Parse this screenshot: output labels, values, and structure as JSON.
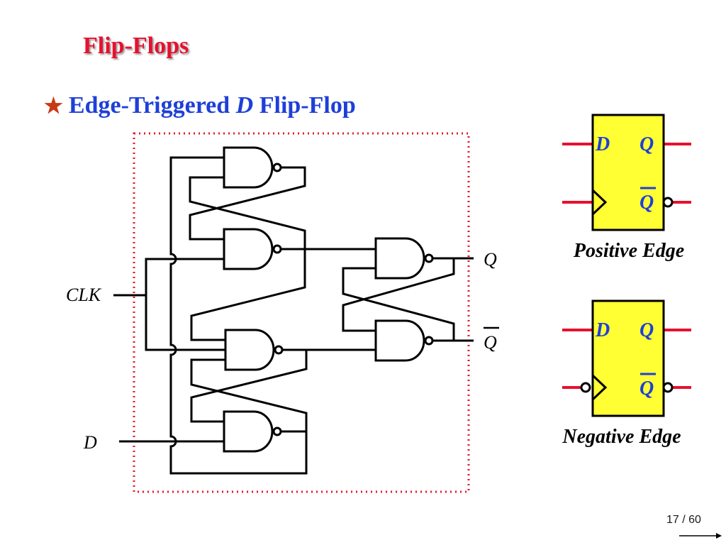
{
  "slide": {
    "title": "Flip-Flops",
    "bullet_icon": "star-icon",
    "bullet_text_prefix": "Edge-Triggered ",
    "bullet_text_var": "D",
    "bullet_text_suffix": " Flip-Flop",
    "page_number": "17 / 60"
  },
  "circuit": {
    "input_clk": "CLK",
    "input_d": "D",
    "output_q": "Q",
    "output_qbar": "Q"
  },
  "symbols": {
    "positive": {
      "label": "Positive Edge",
      "pin_d": "D",
      "pin_q": "Q",
      "pin_qbar": "Q"
    },
    "negative": {
      "label": "Negative Edge",
      "pin_d": "D",
      "pin_q": "Q",
      "pin_qbar": "Q"
    }
  },
  "colors": {
    "title": "#e8102e",
    "bullet": "#1e3fd8",
    "star": "#c83a14",
    "wire": "#000000",
    "dotted_border": "#e31a2d",
    "symbol_fill": "#ffff33",
    "symbol_pins": "#e8102e",
    "symbol_text": "#1e3fd8"
  }
}
